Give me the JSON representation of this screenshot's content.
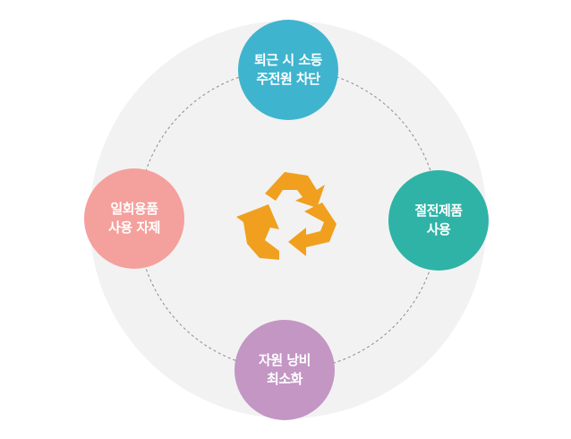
{
  "diagram": {
    "background_circle_color": "#f2f2f2",
    "dashed_ring_color": "#8c8c8c",
    "center_icon": {
      "name": "recycle-icon",
      "color": "#f0a01e"
    },
    "nodes": [
      {
        "id": "top",
        "line1": "퇴근 시 소등",
        "line2": "주전원 차단",
        "color": "#3fb4cf"
      },
      {
        "id": "right",
        "line1": "절전제품",
        "line2": "사용",
        "color": "#2fb3a6"
      },
      {
        "id": "bottom",
        "line1": "자원 낭비",
        "line2": "최소화",
        "color": "#c396c4"
      },
      {
        "id": "left",
        "line1": "일회용품",
        "line2": "사용 자제",
        "color": "#f4a09c"
      }
    ]
  }
}
